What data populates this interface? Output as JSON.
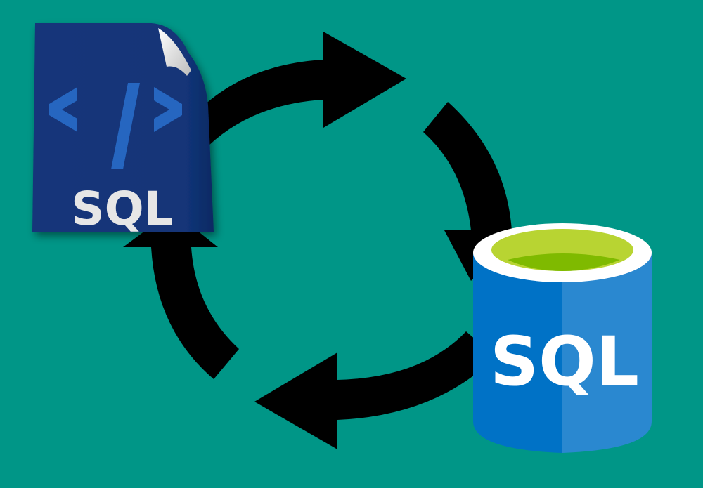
{
  "diagram": {
    "type": "sync-cycle",
    "background_color": "#009687",
    "arrow_color": "#000000",
    "nodes": [
      {
        "id": "sql-file",
        "kind": "document",
        "code_glyph": "</>",
        "label": "SQL",
        "colors": {
          "page": "#12357a",
          "glyph": "#2566c0",
          "label": "#e6e6e6",
          "curl": "#f0f0f0"
        }
      },
      {
        "id": "sql-database",
        "kind": "database-cylinder",
        "label": "SQL",
        "colors": {
          "body_left": "#0072c6",
          "body_right": "#2a88d0",
          "rim": "#ffffff",
          "liquid_top": "#b8d432",
          "liquid_inner": "#7fba00",
          "label": "#ffffff"
        }
      }
    ],
    "arrows": [
      {
        "id": "arrow-top",
        "direction": "clockwise",
        "from": "sql-file",
        "to": "sql-database"
      },
      {
        "id": "arrow-right",
        "direction": "clockwise",
        "from": "top",
        "to": "sql-database"
      },
      {
        "id": "arrow-bottom",
        "direction": "clockwise",
        "from": "sql-database",
        "to": "bottom-left"
      },
      {
        "id": "arrow-left",
        "direction": "clockwise",
        "from": "bottom-left",
        "to": "sql-file"
      }
    ]
  }
}
